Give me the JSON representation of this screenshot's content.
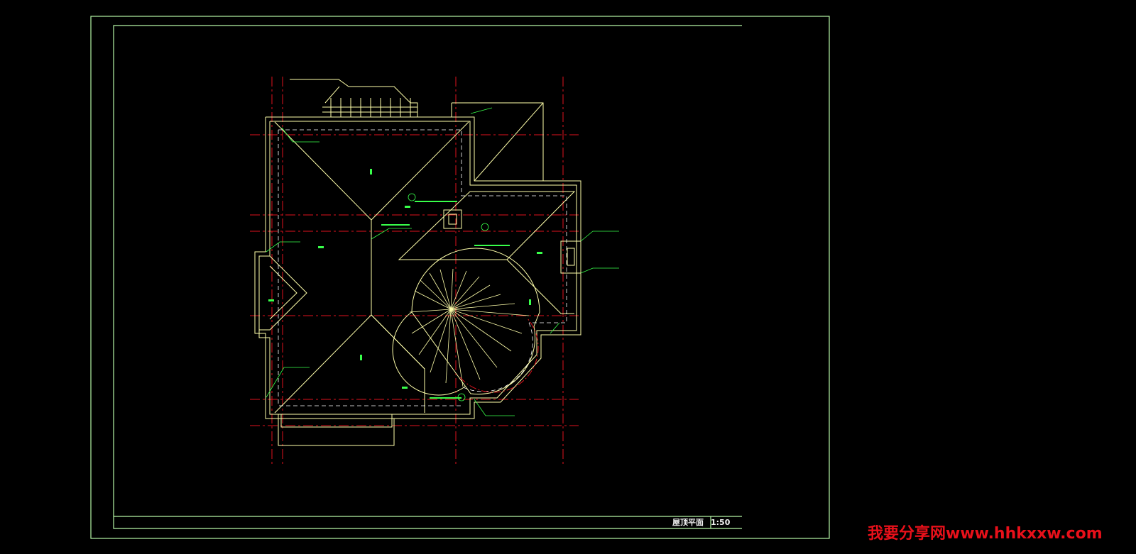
{
  "title_block": {
    "drawing_title": "屋顶平面",
    "scale": "1:50"
  },
  "watermark": "我要分享网www.hhkxxw.com",
  "colors": {
    "background": "#000000",
    "frame": "#b6f7a6",
    "roof_lines": "#ffffaa",
    "axis_lines": "#e0121e",
    "annotations": "#38ff4a",
    "watermark": "#e8101a"
  }
}
